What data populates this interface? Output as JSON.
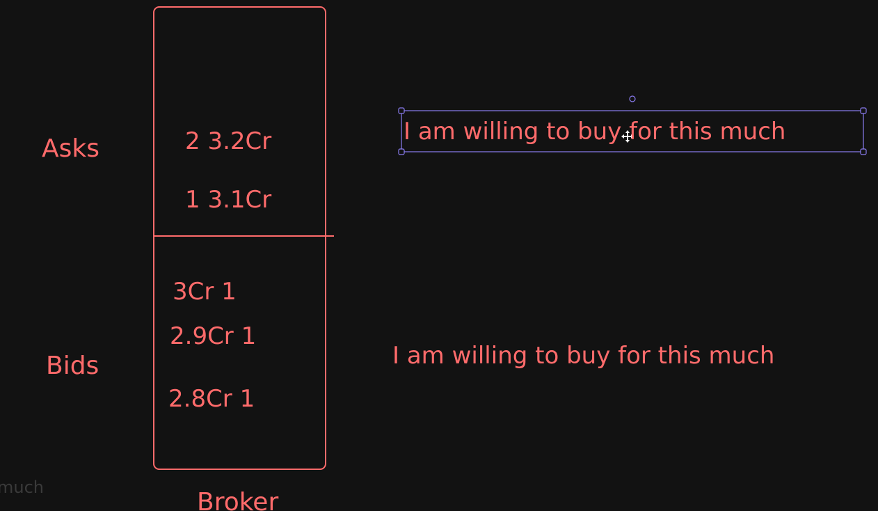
{
  "canvas": {
    "background": "#121212",
    "stroke_color": "#ff6b6b",
    "selection_color": "#8a7cf0"
  },
  "labels": {
    "asks": "Asks",
    "bids": "Bids",
    "broker": "Broker"
  },
  "asks": [
    {
      "text": "2 3.2Cr"
    },
    {
      "text": "1 3.1Cr"
    }
  ],
  "bids": [
    {
      "text": "3Cr 1"
    },
    {
      "text": "2.9Cr 1"
    },
    {
      "text": "2.8Cr 1"
    }
  ],
  "notes": {
    "selected_note": "I am willing to buy for this much",
    "note": "I am willing to buy for this much"
  },
  "ghost_text": "much",
  "icons": {
    "cursor": "move-cursor-icon",
    "rotate_handle": "rotate-handle-icon"
  }
}
